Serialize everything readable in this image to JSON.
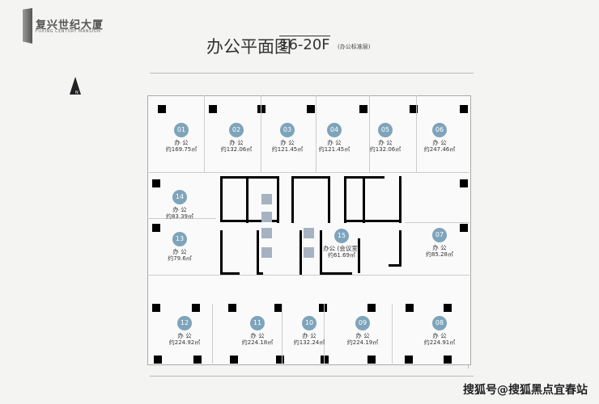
{
  "header": {
    "brand_cn": "复兴世纪大厦",
    "brand_en": "FUXING CENTURY MANSION",
    "title": "办公平面图",
    "floor": "16-20F",
    "subtitle": "(办公标准层)",
    "north": "N"
  },
  "units": [
    {
      "id": "01",
      "label": "办 公",
      "area": "约169.75㎡"
    },
    {
      "id": "02",
      "label": "办 公",
      "area": "约132.06㎡"
    },
    {
      "id": "03",
      "label": "办 公",
      "area": "约121.45㎡"
    },
    {
      "id": "04",
      "label": "办 公",
      "area": "约121.45㎡"
    },
    {
      "id": "05",
      "label": "办 公",
      "area": "约132.06㎡"
    },
    {
      "id": "06",
      "label": "办 公",
      "area": "约247.46㎡"
    },
    {
      "id": "14",
      "label": "办 公",
      "area": "约83.39㎡"
    },
    {
      "id": "13",
      "label": "办 公",
      "area": "约79.6㎡"
    },
    {
      "id": "15",
      "label": "办公 (会议室)",
      "area": "约61.69㎡"
    },
    {
      "id": "07",
      "label": "办 公",
      "area": "约85.28㎡"
    },
    {
      "id": "12",
      "label": "办 公",
      "area": "约224.92㎡"
    },
    {
      "id": "11",
      "label": "办 公",
      "area": "约224.18㎡"
    },
    {
      "id": "10",
      "label": "办 公",
      "area": "约132.24㎡"
    },
    {
      "id": "09",
      "label": "办 公",
      "area": "约224.19㎡"
    },
    {
      "id": "08",
      "label": "办 公",
      "area": "约224.91㎡"
    }
  ],
  "watermark": "搜狐号@搜狐黑点宜春站"
}
